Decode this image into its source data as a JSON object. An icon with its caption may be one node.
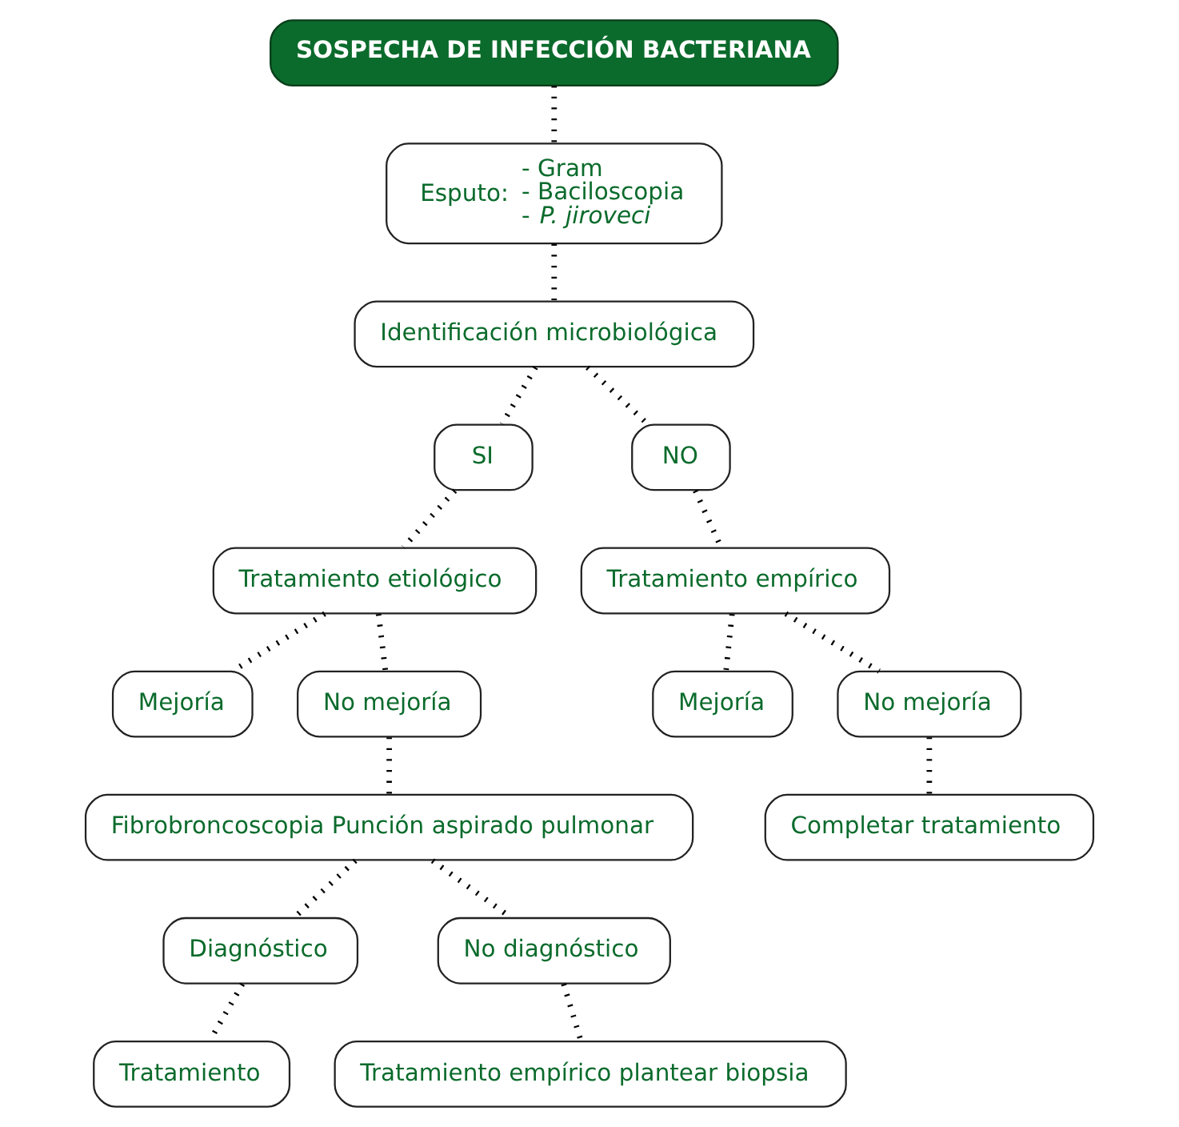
{
  "diagram": {
    "nodes": [
      {
        "text": [
          "SOSPECHA DE INFECCIÓN BACTERIANA"
        ]
      },
      {
        "text": [
          "Esputo:",
          "- Gram",
          "- Baciloscopia",
          "- *P. jiroveci*"
        ]
      },
      {
        "text": [
          "Identificación microbiológica"
        ]
      },
      {
        "text": [
          "SI"
        ]
      },
      {
        "text": [
          "NO"
        ]
      },
      {
        "text": [
          "Tratamiento etiológico"
        ]
      },
      {
        "text": [
          "Tratamiento empírico"
        ]
      },
      {
        "text": [
          "Mejoría"
        ]
      },
      {
        "text": [
          "No mejoría"
        ]
      },
      {
        "text": [
          "Mejoría"
        ]
      },
      {
        "text": [
          "No mejoría"
        ]
      },
      {
        "text": [
          "Fibrobroncoscopia Punción aspirado pulmonar"
        ]
      },
      {
        "text": [
          "Completar tratamiento"
        ]
      },
      {
        "text": [
          "Diagnóstico"
        ]
      },
      {
        "text": [
          "No diagnóstico"
        ]
      },
      {
        "text": [
          "Tratamiento"
        ]
      },
      {
        "text": [
          "Tratamiento empírico plantear biopsia"
        ]
      }
    ],
    "edges": [
      {
        "from": 0,
        "to": 1,
        "arrow": "none"
      },
      {
        "from": 1,
        "to": 2,
        "arrow": "none"
      },
      {
        "from": 2,
        "to": 3,
        "arrow": "none"
      },
      {
        "from": 2,
        "to": 4,
        "arrow": "none"
      },
      {
        "from": 3,
        "to": 5,
        "arrow": "none"
      },
      {
        "from": 4,
        "to": 6,
        "arrow": "none"
      },
      {
        "from": 5,
        "to": 7,
        "arrow": "none"
      },
      {
        "from": 5,
        "to": 8,
        "arrow": "none"
      },
      {
        "from": 6,
        "to": 9,
        "arrow": "none"
      },
      {
        "from": 6,
        "to": 10,
        "arrow": "none"
      },
      {
        "from": 8,
        "to": 11,
        "arrow": "none"
      },
      {
        "from": 10,
        "to": 12,
        "arrow": "none"
      },
      {
        "from": 11,
        "to": 13,
        "arrow": "none"
      },
      {
        "from": 11,
        "to": 14,
        "arrow": "none"
      },
      {
        "from": 13,
        "to": 15,
        "arrow": "none"
      },
      {
        "from": 14,
        "to": 16,
        "arrow": "none"
      }
    ]
  }
}
